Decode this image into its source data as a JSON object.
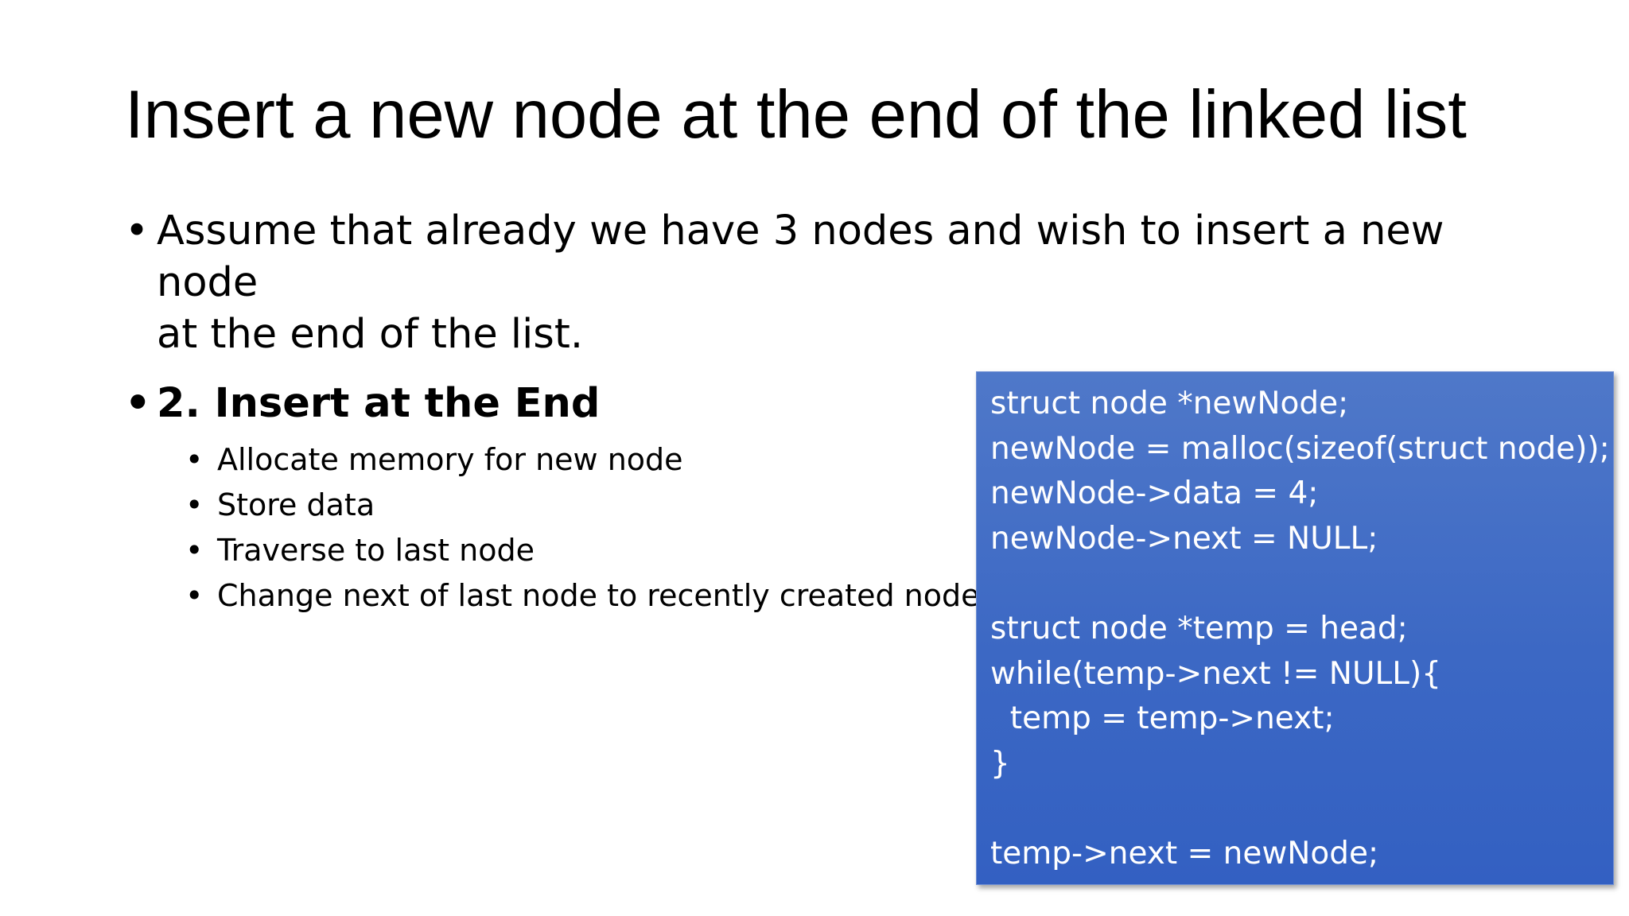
{
  "slide": {
    "title": "Insert a new node at the end of the linked list",
    "bullets": [
      {
        "marker": "•",
        "line1": "Assume that already we have 3 nodes and wish to insert a new node",
        "line2": "at the end of the list."
      },
      {
        "marker": "•",
        "text": "2. Insert at the End",
        "bold": true
      }
    ],
    "sub_bullets": [
      {
        "marker": "•",
        "text": "Allocate memory for new node"
      },
      {
        "marker": "•",
        "text": "Store data"
      },
      {
        "marker": "•",
        "text": "Traverse to last node"
      },
      {
        "marker": "•",
        "text": "Change next of last node to recently created node"
      }
    ],
    "code_lines": [
      "struct node *newNode;",
      "newNode = malloc(sizeof(struct node));",
      "newNode->data = 4;",
      "newNode->next = NULL;",
      "",
      "struct node *temp = head;",
      "while(temp->next != NULL){",
      "  temp = temp->next;",
      "}",
      "",
      "temp->next = newNode;"
    ],
    "colors": {
      "code_background": "#3c68c4",
      "code_text": "#ffffff",
      "text": "#000000",
      "background": "#ffffff"
    }
  }
}
